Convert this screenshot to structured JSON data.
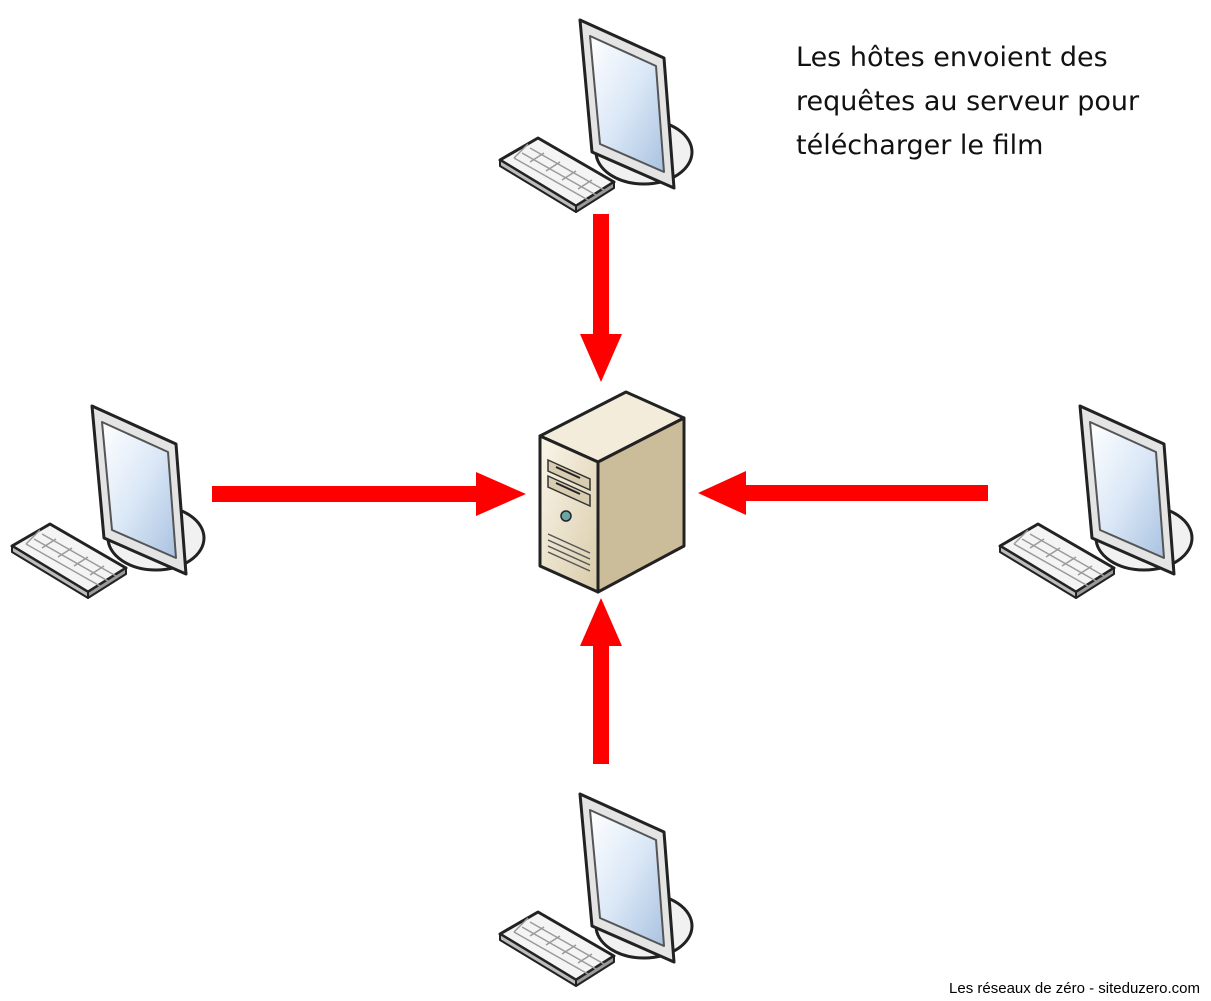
{
  "caption": {
    "lines": [
      "Les hôtes envoient des",
      "requêtes au serveur pour",
      "télécharger le film"
    ]
  },
  "credit": "Les réseaux de zéro - siteduzero.com",
  "nodes": {
    "server": {
      "icon": "server-tower-icon"
    },
    "hosts": [
      {
        "position": "top",
        "icon": "desktop-computer-icon"
      },
      {
        "position": "left",
        "icon": "desktop-computer-icon"
      },
      {
        "position": "right",
        "icon": "desktop-computer-icon"
      },
      {
        "position": "bottom",
        "icon": "desktop-computer-icon"
      }
    ]
  },
  "arrows": [
    {
      "from": "top",
      "to": "server"
    },
    {
      "from": "left",
      "to": "server"
    },
    {
      "from": "right",
      "to": "server"
    },
    {
      "from": "bottom",
      "to": "server"
    }
  ],
  "colors": {
    "arrow": "#ff0000",
    "background": "#ffffff",
    "screen": "#cfe0f4",
    "bezel": "#e6e6e6",
    "server_body": "#e7dcc3",
    "server_side": "#cbbd9a",
    "outline": "#222222"
  }
}
